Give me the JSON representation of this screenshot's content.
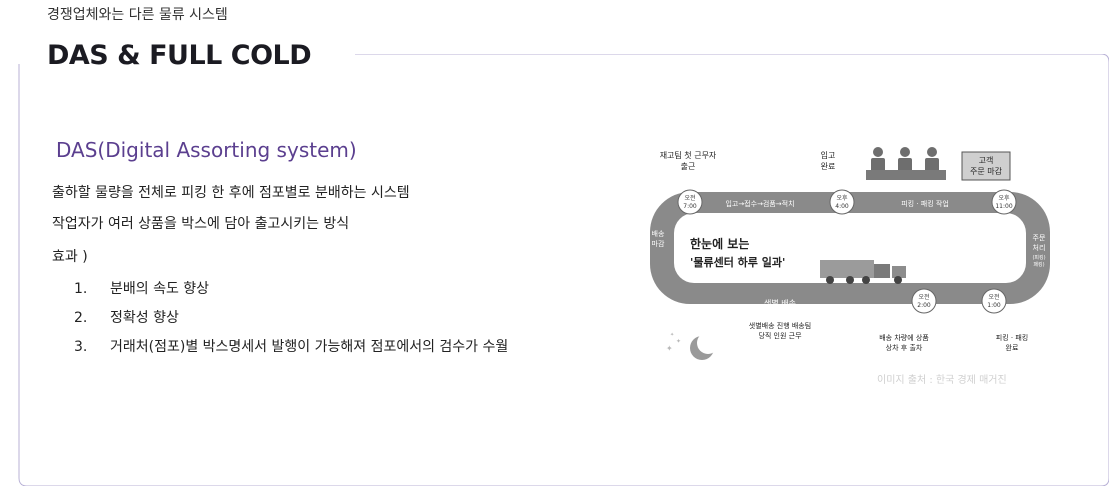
{
  "header": {
    "subtitle": "경쟁업체와는 다른 물류 시스템",
    "title": "DAS & FULL COLD"
  },
  "section": {
    "heading": "DAS(Digital Assorting system)",
    "lines": [
      "출하할 물량을 전체로 피킹 한 후에 점포별로 분배하는 시스템",
      "작업자가 여러 상품을 박스에 담아 출고시키는 방식",
      "효과 )"
    ],
    "effects": [
      {
        "num": "1.",
        "text": "분배의 속도 향상"
      },
      {
        "num": "2.",
        "text": "정확성 향상"
      },
      {
        "num": "3.",
        "text": "거래처(점포)별 박스명세서 발행이 가능해져 점포에서의 검수가 수월"
      }
    ]
  },
  "diagram": {
    "label_start_work": [
      "재고팀 첫 근무자",
      "출근"
    ],
    "label_inbound_done": [
      "입고",
      "완료"
    ],
    "label_customer": [
      "고객",
      "주문 마감"
    ],
    "time_am7": [
      "오전",
      "7:00"
    ],
    "time_pm4": [
      "오후",
      "4:00"
    ],
    "time_pm11": [
      "오후",
      "11:00"
    ],
    "time_am2": [
      "오전",
      "2:00"
    ],
    "time_am1": [
      "오전",
      "1:00"
    ],
    "track_top_left": "입고→접수→검품→적치",
    "track_top_right": "피킹 · 패킹 작업",
    "track_bottom": "샛별 배송",
    "left_label": [
      "배송",
      "마감"
    ],
    "right_label": [
      "주문",
      "처리",
      "(피킹)",
      "패킹)"
    ],
    "center_title": [
      "한눈에 보는",
      "'물류센터 하루 일과'"
    ],
    "below_left": [
      "샛별배송 진행 배송팀",
      "당직 인원 근무"
    ],
    "below_mid": [
      "배송 차량에 상품",
      "상차 후 출차"
    ],
    "below_right": [
      "피킹 · 패킹",
      "완료"
    ],
    "credit": "이미지 출처 : 한국 경제 매거진"
  },
  "colors": {
    "accent": "#5b3f8f",
    "border": "#b8b1d6",
    "track": "#8a8a8a"
  }
}
